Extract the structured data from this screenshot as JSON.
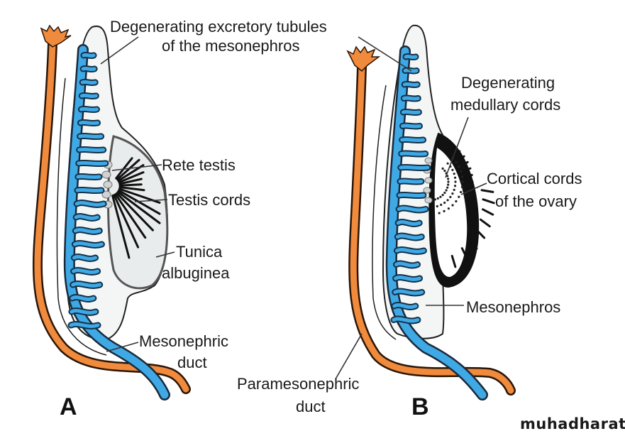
{
  "figure": {
    "panels": [
      {
        "letter": "A",
        "subject": "male",
        "labels": {
          "degenerating_tubules_line1": "Degenerating excretory tubules",
          "degenerating_tubules_line2": "of the mesonephros",
          "rete_testis": "Rete testis",
          "testis_cords": "Testis cords",
          "tunica_line1": "Tunica",
          "tunica_line2": "albuginea",
          "mesonephric_line1": "Mesonephric",
          "mesonephric_line2": "duct"
        }
      },
      {
        "letter": "B",
        "subject": "female",
        "labels": {
          "medullary_line1": "Degenerating",
          "medullary_line2": "medullary cords",
          "cortical_line1": "Cortical cords",
          "cortical_line2": "of the ovary",
          "mesonephros": "Mesonephros",
          "paramesonephric_line1": "Paramesonephric",
          "paramesonephric_line2": "duct"
        }
      }
    ],
    "colors": {
      "mesonephric_duct": "#3fa9e6",
      "paramesonephric_duct": "#f08a3c",
      "outline": "#222222",
      "ovary_cortex": "#111111"
    },
    "watermark": "muhadharaty.com"
  }
}
